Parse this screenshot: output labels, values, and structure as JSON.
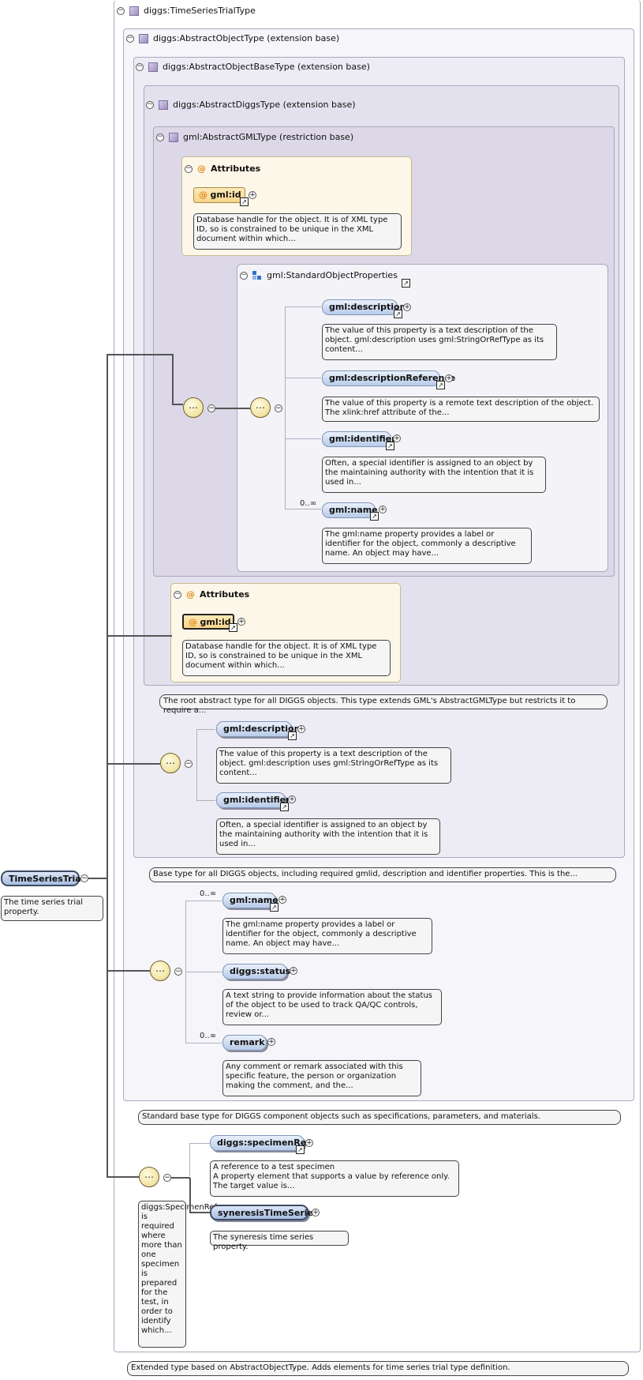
{
  "root": {
    "name": "TimeSeriesTrial",
    "doc": "The time series trial property."
  },
  "main_type": {
    "title": "diggs:TimeSeriesTrialType",
    "doc": "Extended type based on AbstractObjectType. Adds elements for time series trial type definition."
  },
  "levels": [
    {
      "title": "diggs:AbstractObjectType (extension base)",
      "doc": "Standard base type for DIGGS component objects such as specifications, parameters, and materials."
    },
    {
      "title": "diggs:AbstractObjectBaseType (extension base)",
      "doc": "Base type for all DIGGS objects, including required gmlid, description and identifier properties. This is the..."
    },
    {
      "title": "diggs:AbstractDiggsType (extension base)",
      "doc": "The root abstract type for all DIGGS objects. This type extends GML's AbstractGMLType but restricts it to require a..."
    },
    {
      "title": "gml:AbstractGMLType (restriction base)"
    }
  ],
  "attributes_label": "Attributes",
  "attr1": {
    "name": "gml:id",
    "doc": "Database handle for the object. It is of XML type ID, so is constrained to be unique in the XML document within which..."
  },
  "attr2": {
    "name": "gml:id",
    "doc": "Database handle for the object. It is of XML type ID, so is constrained to be unique in the XML document within which..."
  },
  "std_group": {
    "title": "gml:StandardObjectProperties",
    "items": [
      {
        "name": "gml:description",
        "doc": "The value of this property is a text description of the object. gml:description uses gml:StringOrRefType as its content..."
      },
      {
        "name": "gml:descriptionReference",
        "doc": "The value of this property is a remote text description of the object. The xlink:href attribute of the..."
      },
      {
        "name": "gml:identifier",
        "doc": "Often, a special identifier is assigned to an object by the maintaining authority with the intention that it is used in..."
      },
      {
        "name": "gml:name",
        "occ": "0..∞",
        "doc": "The gml:name property provides a label or identifier for the object, commonly a descriptive name. An object may have..."
      }
    ]
  },
  "base_seq": [
    {
      "name": "gml:description",
      "doc": "The value of this property is a text description of the object. gml:description uses gml:StringOrRefType as its content..."
    },
    {
      "name": "gml:identifier",
      "doc": "Often, a special identifier is assigned to an object by the maintaining authority with the intention that it is used in..."
    }
  ],
  "object_seq": [
    {
      "name": "gml:name",
      "occ": "0..∞",
      "doc": "The gml:name property provides a label or identifier for the object, commonly a descriptive name. An object may have..."
    },
    {
      "name": "diggs:status",
      "doc": "A text string to provide information about the status of the object to be used to track QA/QC controls, review or..."
    },
    {
      "name": "remark",
      "occ": "0..∞",
      "doc": "Any comment or remark associated with this specific feature, the person or organization making the comment, and the..."
    }
  ],
  "trial_seq": {
    "doc": "diggs:SpecimenRef is required where more than one specimen is prepared for the test, in order to identify which...",
    "items": [
      {
        "name": "diggs:specimenRef",
        "doc": "A reference to a test specimen\nA property element that supports a value by reference only. The target value is..."
      },
      {
        "name": "syneresisTimeSeries",
        "doc": "The syneresis time series property."
      }
    ]
  },
  "glyphs": {
    "collapse": "−",
    "expand": "+",
    "link": "↗",
    "at": "@",
    "sequence": "⋯"
  },
  "icons": [
    "collapse-icon",
    "type-icon",
    "attribute-icon",
    "sequence-icon",
    "link-arrow-icon",
    "expand-icon",
    "group-icon"
  ]
}
